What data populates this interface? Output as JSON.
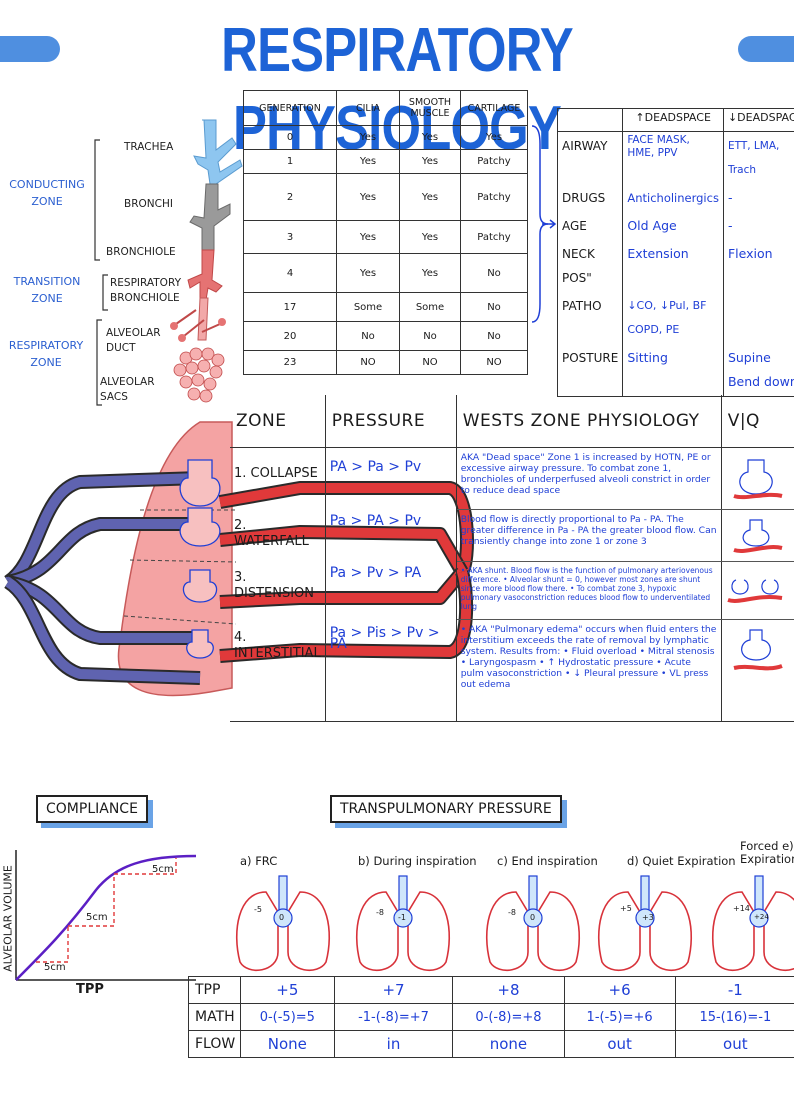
{
  "title": "RESPIRATORY PHYSIOLOGY",
  "zones": {
    "conducting": "CONDUCTING ZONE",
    "transition": "TRANSITION ZONE",
    "respiratory": "RESPIRATORY ZONE"
  },
  "anatomy": {
    "trachea": "TRACHEA",
    "bronchi": "BRONCHI",
    "bronchiole": "BRONCHIOLE",
    "resp_bronchiole": "RESPIRATORY BRONCHIOLE",
    "alveolar_duct": "ALVEOLAR DUCT",
    "alveolar_sacs": "ALVEOLAR SACS"
  },
  "generation_table": {
    "headers": [
      "GENERATION",
      "CILIA",
      "SMOOTH MUSCLE",
      "CARTILAGE"
    ],
    "rows": [
      [
        "0",
        "Yes",
        "Yes",
        "Yes"
      ],
      [
        "1",
        "Yes",
        "Yes",
        "Patchy"
      ],
      [
        "2",
        "Yes",
        "Yes",
        "Patchy"
      ],
      [
        "3",
        "Yes",
        "Yes",
        "Patchy"
      ],
      [
        "4",
        "Yes",
        "Yes",
        "No"
      ],
      [
        "17",
        "Some",
        "Some",
        "No"
      ],
      [
        "20",
        "No",
        "No",
        "No"
      ],
      [
        "23",
        "NO",
        "NO",
        "NO"
      ]
    ]
  },
  "deadspace_table": {
    "headers": [
      "",
      "↑DEADSPACE",
      "↓DEADSPACE"
    ],
    "rows": [
      [
        "AIRWAY",
        "FACE MASK, HME, PPV",
        "ETT, LMA, Trach"
      ],
      [
        "DRUGS",
        "Anticholinergics",
        "-"
      ],
      [
        "AGE",
        "Old Age",
        "-"
      ],
      [
        "NECK POS\"",
        "Extension",
        "Flexion"
      ],
      [
        "PATHO",
        "↓CO, ↓Pul, BF COPD, PE",
        ""
      ],
      [
        "POSTURE",
        "Sitting",
        "Supine Bend down"
      ]
    ]
  },
  "wests": {
    "headers": [
      "ZONE",
      "PRESSURE",
      "WESTS ZONE PHYSIOLOGY",
      "V|Q"
    ],
    "rows": [
      {
        "zone": "1. COLLAPSE",
        "pressure": "PA > Pa > Pv",
        "text": "AKA \"Dead space\" Zone 1 is increased by HOTN, PE or excessive airway pressure. To combat zone 1, bronchioles of underperfused alveoli constrict in order to reduce dead space"
      },
      {
        "zone": "2. WATERFALL",
        "pressure": "Pa > PA > Pv",
        "text": "Blood flow is directly proportional to Pa - PA. The greater difference in Pa - PA the greater blood flow. Can transiently change into zone 1 or zone 3"
      },
      {
        "zone": "3. DISTENSION",
        "pressure": "Pa > Pv > PA",
        "text": "• AKA shunt. Blood flow is the function of pulmonary arteriovenous difference. • Alveolar shunt = 0, however most zones are shunt since more blood flow there. • To combat zone 3, hypoxic pulmonary vasoconstriction reduces blood flow to underventilated lung"
      },
      {
        "zone": "4. INTERSTITIAL",
        "pressure": "Pa > Pis > Pv > PA",
        "text": "• AKA \"Pulmonary edema\" occurs when fluid enters the interstitium exceeds the rate of removal by lymphatic system. Results from: • Fluid overload • Mitral stenosis • Laryngospasm • ↑ Hydrostatic pressure • Acute pulm vasoconstriction • ↓ Pleural pressure • VL press out edema"
      }
    ]
  },
  "compliance": {
    "label": "COMPLIANCE",
    "ylabel": "ALVEOLAR VOLUME",
    "xlabel": "TPP",
    "steps": [
      "5cm",
      "5cm",
      "5cm"
    ]
  },
  "transpulmonary": {
    "label": "TRANSPULMONARY PRESSURE",
    "stages": [
      {
        "name": "a) FRC",
        "pleural": "-5",
        "alveolar": "0"
      },
      {
        "name": "b) During inspiration",
        "pleural": "-8",
        "alveolar": "-1"
      },
      {
        "name": "c) End inspiration",
        "pleural": "-8",
        "alveolar": "0"
      },
      {
        "name": "d) Quiet Expiration",
        "pleural": "+5",
        "alveolar": "+3"
      },
      {
        "name": "Forced e) Expiration",
        "pleural": "+14",
        "alveolar": "+24"
      }
    ],
    "rows": [
      {
        "label": "TPP",
        "values": [
          "+5",
          "+7",
          "+8",
          "+6",
          "-1"
        ]
      },
      {
        "label": "MATH",
        "values": [
          "0-(-5)=5",
          "-1-(-8)=+7",
          "0-(-8)=+8",
          "1-(-5)=+6",
          "15-(16)=-1"
        ]
      },
      {
        "label": "FLOW",
        "values": [
          "None",
          "in",
          "none",
          "out",
          "out"
        ]
      }
    ]
  },
  "colors": {
    "title": "#1d63d6",
    "ink_blue": "#1f3fd6",
    "artery": "#e0393a",
    "vein": "#4b4f9a",
    "lung": "#f4a3a3",
    "airway_blue": "#8ec6f0"
  }
}
